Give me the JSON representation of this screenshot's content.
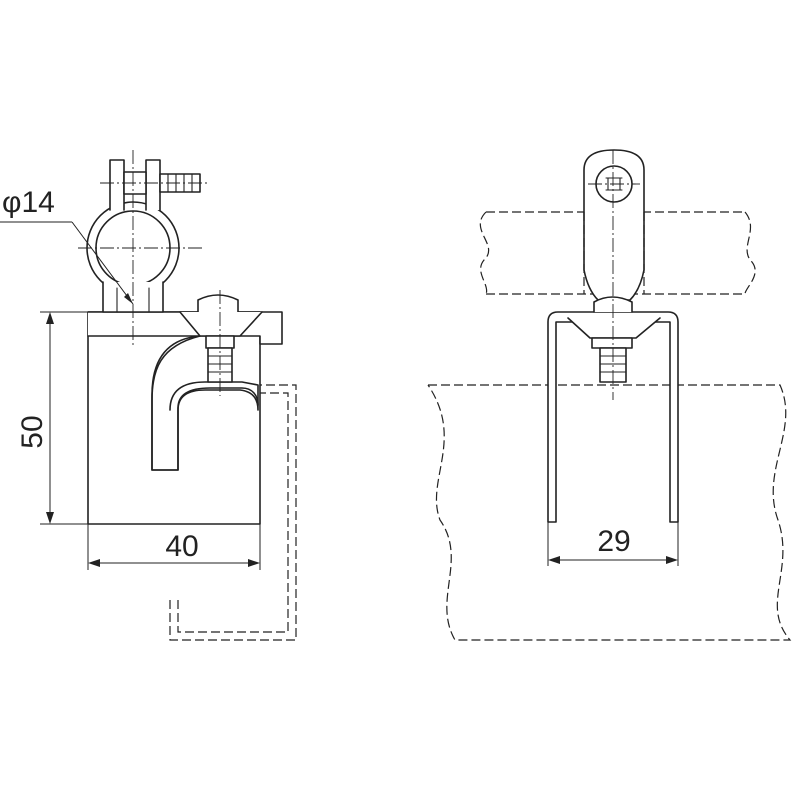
{
  "drawing": {
    "labels": {
      "diameter": "φ14",
      "height": "50",
      "width_left": "40",
      "width_right": "29"
    }
  }
}
